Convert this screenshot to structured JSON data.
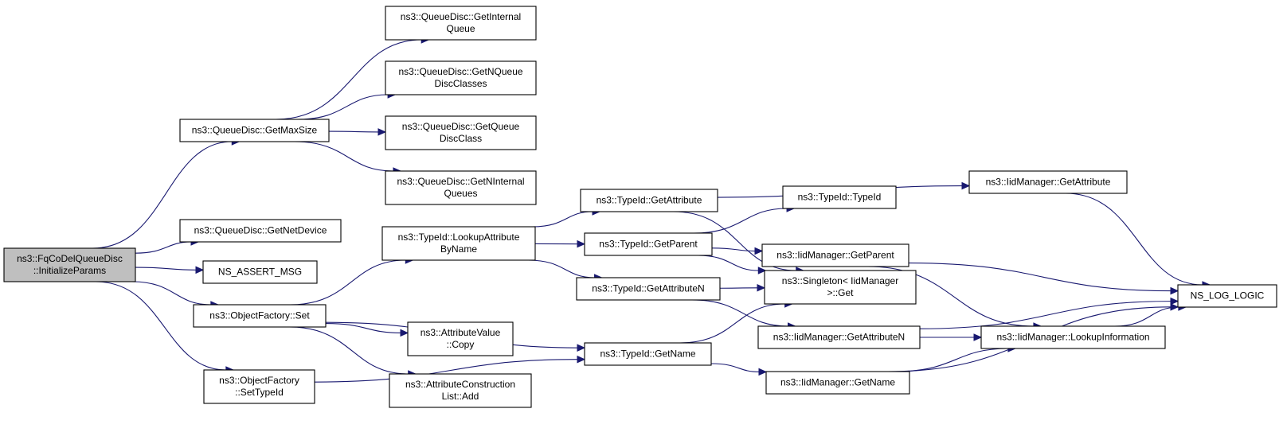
{
  "colors": {
    "edge": "#191970",
    "root_fill": "#bfbfbf",
    "node_fill": "#ffffff",
    "border": "#000000"
  },
  "nodes": {
    "root": {
      "lines": [
        "ns3::FqCoDelQueueDisc",
        "::InitializeParams"
      ]
    },
    "getMaxSize": {
      "lines": [
        "ns3::QueueDisc::GetMaxSize"
      ]
    },
    "getInternalQueue": {
      "lines": [
        "ns3::QueueDisc::GetInternal",
        "Queue"
      ]
    },
    "getNQueueDiscClasses": {
      "lines": [
        "ns3::QueueDisc::GetNQueue",
        "DiscClasses"
      ]
    },
    "getQueueDiscClass": {
      "lines": [
        "ns3::QueueDisc::GetQueue",
        "DiscClass"
      ]
    },
    "getNInternalQueues": {
      "lines": [
        "ns3::QueueDisc::GetNInternal",
        "Queues"
      ]
    },
    "getNetDevice": {
      "lines": [
        "ns3::QueueDisc::GetNetDevice"
      ]
    },
    "nsAssertMsg": {
      "lines": [
        "NS_ASSERT_MSG"
      ]
    },
    "objectFactorySet": {
      "lines": [
        "ns3::ObjectFactory::Set"
      ]
    },
    "setTypeId": {
      "lines": [
        "ns3::ObjectFactory",
        "::SetTypeId"
      ]
    },
    "lookupAttrByName": {
      "lines": [
        "ns3::TypeId::LookupAttribute",
        "ByName"
      ]
    },
    "attrValueCopy": {
      "lines": [
        "ns3::AttributeValue",
        "::Copy"
      ]
    },
    "attrConstrListAdd": {
      "lines": [
        "ns3::AttributeConstruction",
        "List::Add"
      ]
    },
    "typeIdGetAttribute": {
      "lines": [
        "ns3::TypeId::GetAttribute"
      ]
    },
    "typeIdGetParent": {
      "lines": [
        "ns3::TypeId::GetParent"
      ]
    },
    "typeIdGetAttributeN": {
      "lines": [
        "ns3::TypeId::GetAttributeN"
      ]
    },
    "typeIdGetName": {
      "lines": [
        "ns3::TypeId::GetName"
      ]
    },
    "typeIdTypeId": {
      "lines": [
        "ns3::TypeId::TypeId"
      ]
    },
    "singletonGet": {
      "lines": [
        "ns3::Singleton< IidManager",
        ">::Get"
      ]
    },
    "iidGetAttribute": {
      "lines": [
        "ns3::IidManager::GetAttribute"
      ]
    },
    "iidGetParent": {
      "lines": [
        "ns3::IidManager::GetParent"
      ]
    },
    "iidGetAttributeN": {
      "lines": [
        "ns3::IidManager::GetAttributeN"
      ]
    },
    "iidGetName": {
      "lines": [
        "ns3::IidManager::GetName"
      ]
    },
    "iidLookupInfo": {
      "lines": [
        "ns3::IidManager::LookupInformation"
      ]
    },
    "nsLogLogic": {
      "lines": [
        "NS_LOG_LOGIC"
      ]
    }
  },
  "edges": [
    [
      "root",
      "getMaxSize"
    ],
    [
      "root",
      "getNetDevice"
    ],
    [
      "root",
      "nsAssertMsg"
    ],
    [
      "root",
      "objectFactorySet"
    ],
    [
      "root",
      "setTypeId"
    ],
    [
      "getMaxSize",
      "getInternalQueue"
    ],
    [
      "getMaxSize",
      "getNQueueDiscClasses"
    ],
    [
      "getMaxSize",
      "getQueueDiscClass"
    ],
    [
      "getMaxSize",
      "getNInternalQueues"
    ],
    [
      "objectFactorySet",
      "lookupAttrByName"
    ],
    [
      "objectFactorySet",
      "attrValueCopy"
    ],
    [
      "objectFactorySet",
      "attrConstrListAdd"
    ],
    [
      "objectFactorySet",
      "typeIdGetName"
    ],
    [
      "setTypeId",
      "typeIdGetName"
    ],
    [
      "lookupAttrByName",
      "typeIdGetAttribute"
    ],
    [
      "lookupAttrByName",
      "typeIdGetParent"
    ],
    [
      "lookupAttrByName",
      "typeIdGetAttributeN"
    ],
    [
      "typeIdGetAttribute",
      "iidGetAttribute"
    ],
    [
      "typeIdGetAttribute",
      "singletonGet"
    ],
    [
      "typeIdGetParent",
      "typeIdTypeId"
    ],
    [
      "typeIdGetParent",
      "iidGetParent"
    ],
    [
      "typeIdGetParent",
      "singletonGet"
    ],
    [
      "typeIdGetAttributeN",
      "singletonGet"
    ],
    [
      "typeIdGetAttributeN",
      "iidGetAttributeN"
    ],
    [
      "typeIdGetName",
      "singletonGet"
    ],
    [
      "typeIdGetName",
      "iidGetName"
    ],
    [
      "iidGetAttribute",
      "nsLogLogic"
    ],
    [
      "iidGetParent",
      "nsLogLogic"
    ],
    [
      "iidGetParent",
      "iidLookupInfo"
    ],
    [
      "iidGetAttributeN",
      "nsLogLogic"
    ],
    [
      "iidGetAttributeN",
      "iidLookupInfo"
    ],
    [
      "iidGetName",
      "iidLookupInfo"
    ],
    [
      "iidGetName",
      "nsLogLogic"
    ],
    [
      "iidLookupInfo",
      "nsLogLogic"
    ]
  ]
}
